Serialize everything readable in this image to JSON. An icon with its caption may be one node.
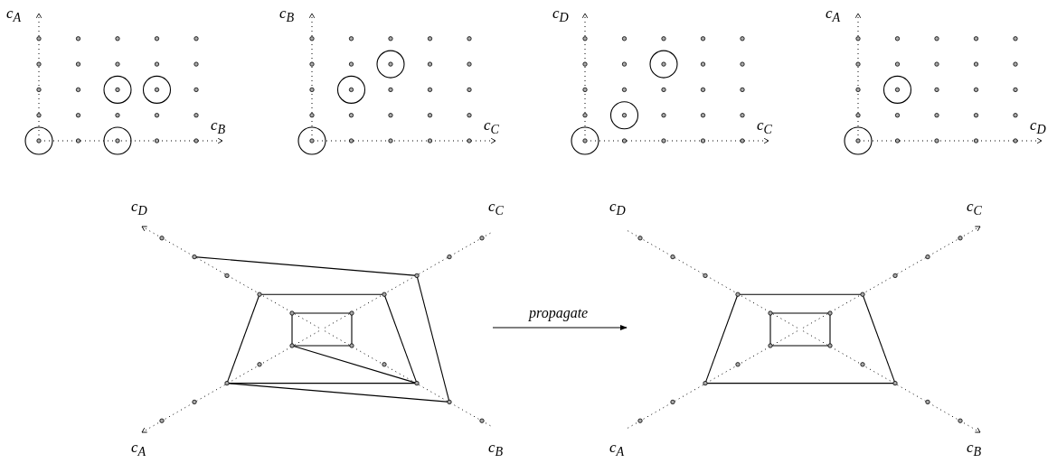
{
  "diagram": {
    "nodes": [
      {
        "text": [],
        "shape": "picture"
      },
      {
        "text": [],
        "shape": "picture"
      }
    ],
    "edges": [
      {
        "from": 0,
        "to": 1,
        "arrow": "to",
        "label": "propagate"
      }
    ],
    "labels": [
      "c$_{A}$",
      "c$_{B}$",
      "c$_{B}$",
      "c$_{C}$",
      "c$_{D}$",
      "c$_{C}$",
      "c$_{A}$",
      "c$_{D}$",
      "c$_{D}$",
      "c$_{C}$",
      "c$_{A}$",
      "c$_{B}$",
      "c$_{D}$",
      "c$_{C}$",
      "c$_{A}$",
      "c$_{B}$"
    ]
  }
}
